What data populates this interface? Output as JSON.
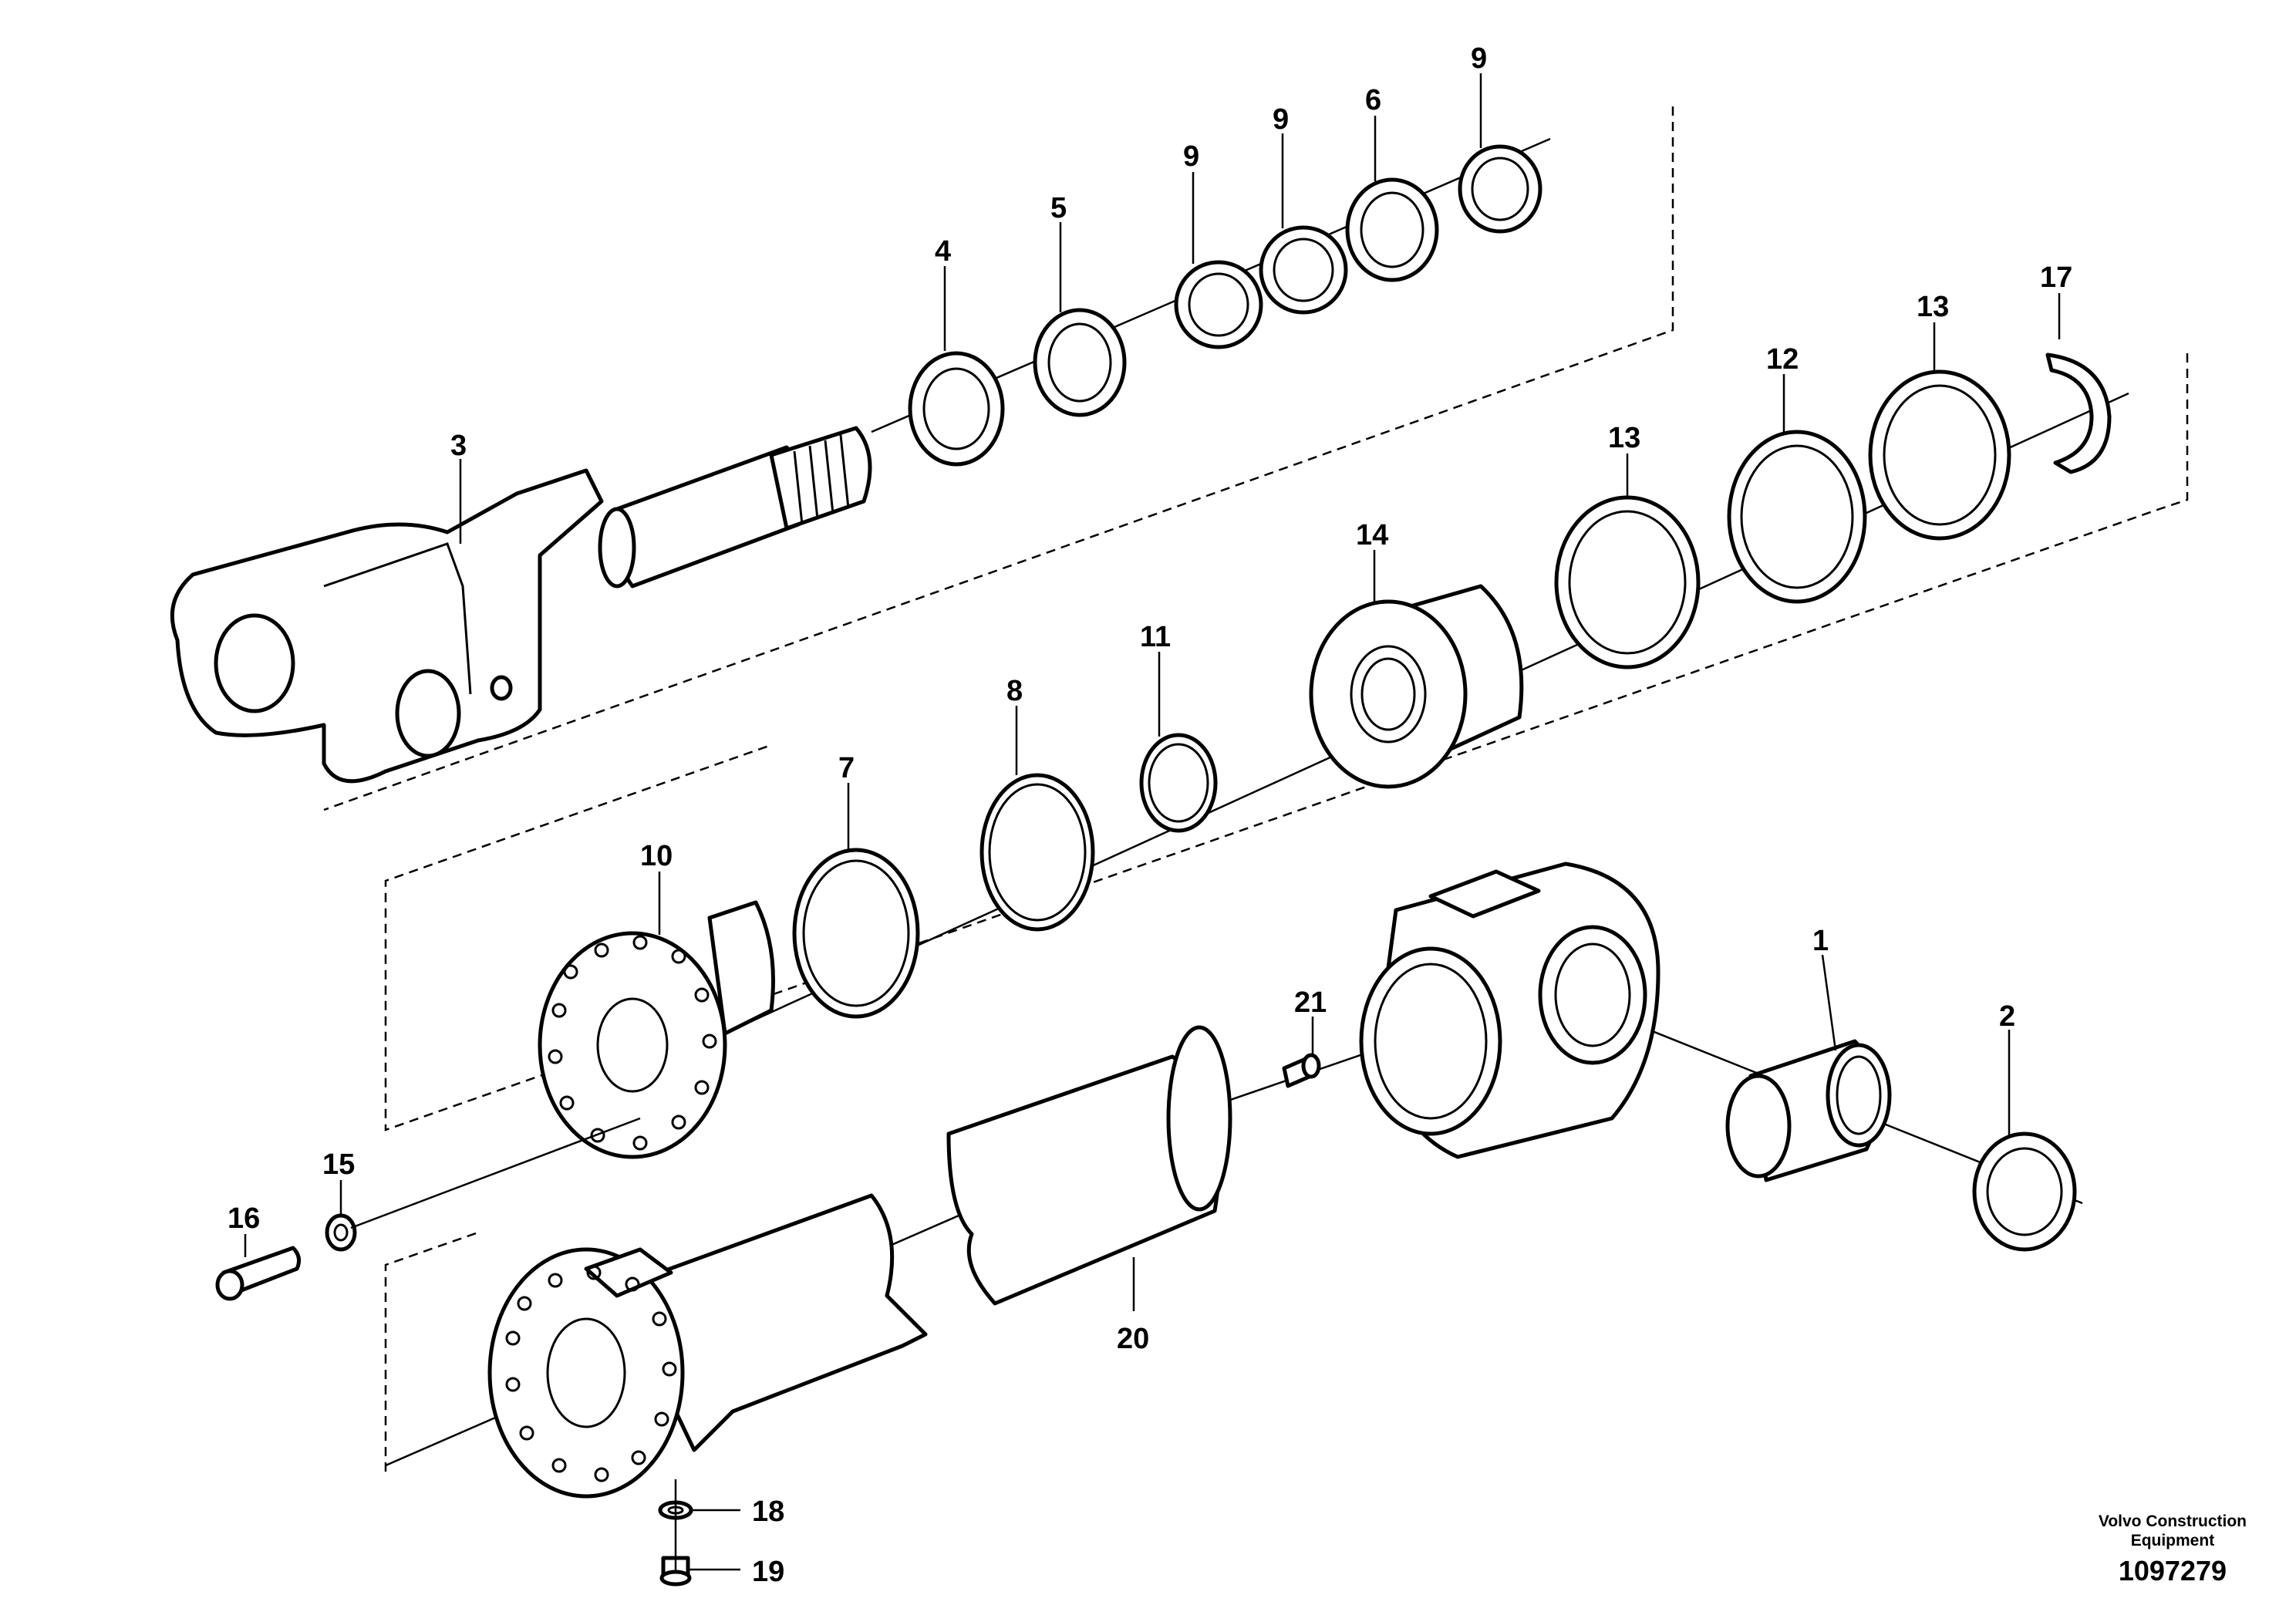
{
  "diagram": {
    "callouts": [
      {
        "id": "1",
        "label": "1"
      },
      {
        "id": "2",
        "label": "2"
      },
      {
        "id": "3",
        "label": "3"
      },
      {
        "id": "4",
        "label": "4"
      },
      {
        "id": "5",
        "label": "5"
      },
      {
        "id": "6",
        "label": "6"
      },
      {
        "id": "7",
        "label": "7"
      },
      {
        "id": "8",
        "label": "8"
      },
      {
        "id": "9a",
        "label": "9"
      },
      {
        "id": "9b",
        "label": "9"
      },
      {
        "id": "9c",
        "label": "9"
      },
      {
        "id": "10",
        "label": "10"
      },
      {
        "id": "11",
        "label": "11"
      },
      {
        "id": "12",
        "label": "12"
      },
      {
        "id": "13a",
        "label": "13"
      },
      {
        "id": "13b",
        "label": "13"
      },
      {
        "id": "14",
        "label": "14"
      },
      {
        "id": "15",
        "label": "15"
      },
      {
        "id": "16",
        "label": "16"
      },
      {
        "id": "17",
        "label": "17"
      },
      {
        "id": "18",
        "label": "18"
      },
      {
        "id": "19",
        "label": "19"
      },
      {
        "id": "20",
        "label": "20"
      },
      {
        "id": "21",
        "label": "21"
      }
    ]
  },
  "footer": {
    "brand_line1": "Volvo Construction",
    "brand_line2": "Equipment",
    "doc_number": "1097279"
  }
}
